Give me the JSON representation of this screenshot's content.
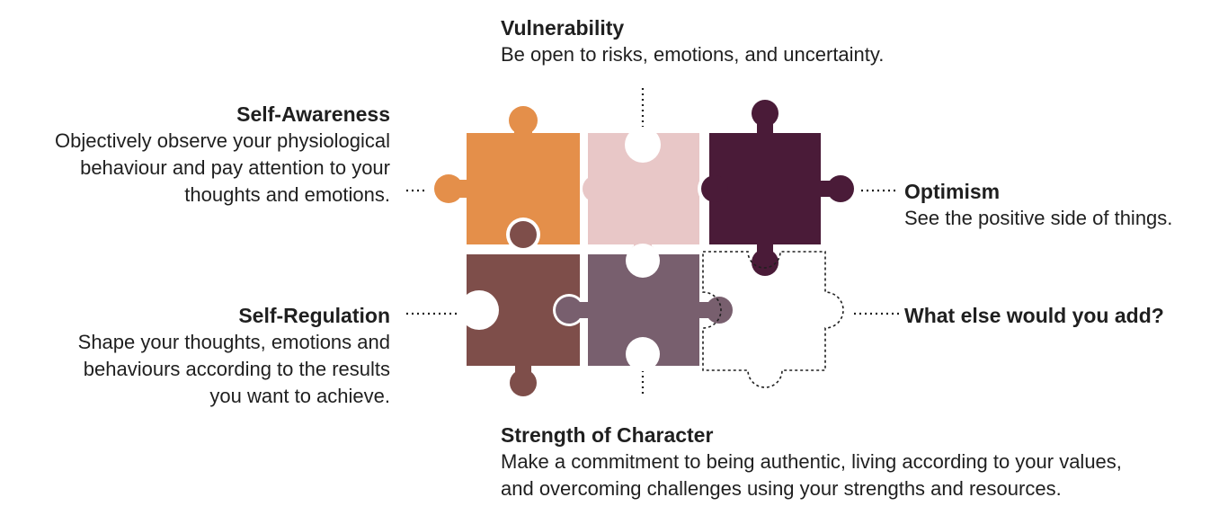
{
  "colors": {
    "orange": "#E48F4A",
    "pink": "#E8C7C7",
    "plum": "#4A1B38",
    "brown": "#7E4E4A",
    "mauve": "#785F6E",
    "outline": "#1f1f1f",
    "text": "#1f1f1f"
  },
  "pieces": [
    {
      "name": "orange-piece",
      "color": "orange"
    },
    {
      "name": "pink-piece",
      "color": "pink"
    },
    {
      "name": "plum-piece",
      "color": "plum"
    },
    {
      "name": "brown-piece",
      "color": "brown"
    },
    {
      "name": "mauve-piece",
      "color": "mauve"
    },
    {
      "name": "empty-dashed-piece",
      "color": "outline"
    }
  ],
  "labels": {
    "vulnerability": {
      "title": "Vulnerability",
      "lines": [
        "Be open to risks, emotions, and uncertainty."
      ]
    },
    "self_awareness": {
      "title": "Self-Awareness",
      "lines": [
        "Objectively observe your physiological",
        "behaviour and pay attention to your",
        "thoughts and emotions."
      ]
    },
    "optimism": {
      "title": "Optimism",
      "lines": [
        "See the positive side of things."
      ]
    },
    "self_regulation": {
      "title": "Self-Regulation",
      "lines": [
        "Shape your thoughts, emotions and",
        "behaviours according to the results",
        "you want to achieve."
      ]
    },
    "what_else": {
      "title": "What else would you add?"
    },
    "strength": {
      "title": "Strength of Character",
      "lines": [
        "Make a commitment to being authentic, living according to your values,",
        "and overcoming challenges using your strengths and resources."
      ]
    }
  }
}
